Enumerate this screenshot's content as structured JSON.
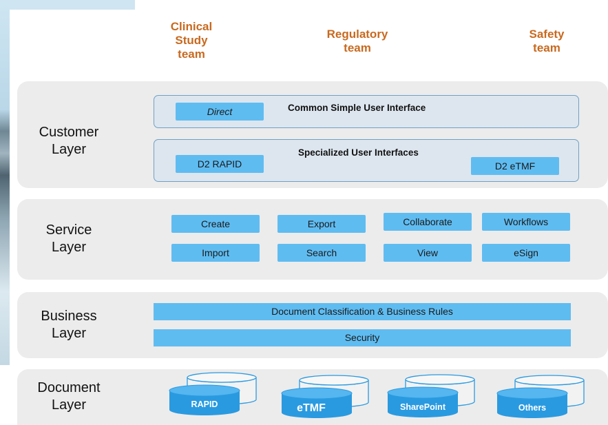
{
  "teams": [
    {
      "name": "Clinical\nStudy\nteam"
    },
    {
      "name": "Regulatory\nteam"
    },
    {
      "name": "Safety\nteam"
    }
  ],
  "layers": {
    "customer": {
      "label": "Customer\nLayer",
      "common_ui": {
        "title": "Common Simple User Interface",
        "chip": "Direct"
      },
      "specialized_ui": {
        "title": "Specialized User Interfaces",
        "chips": [
          "D2 RAPID",
          "D2 eTMF"
        ]
      }
    },
    "service": {
      "label": "Service\nLayer",
      "items": [
        "Create",
        "Export",
        "Collaborate",
        "Workflows",
        "Import",
        "Search",
        "View",
        "eSign"
      ]
    },
    "business": {
      "label": "Business\nLayer",
      "bars": [
        "Document Classification & Business Rules",
        "Security"
      ]
    },
    "document": {
      "label": "Document\nLayer",
      "stores": [
        "RAPID",
        "eTMF",
        "SharePoint",
        "Others"
      ]
    }
  },
  "colors": {
    "team_text": "#c8691f",
    "layer_bg": "#ececec",
    "chip": "#5fbcf1",
    "db_front": "#2a9ae0",
    "panel_border": "#6f9fc4"
  }
}
